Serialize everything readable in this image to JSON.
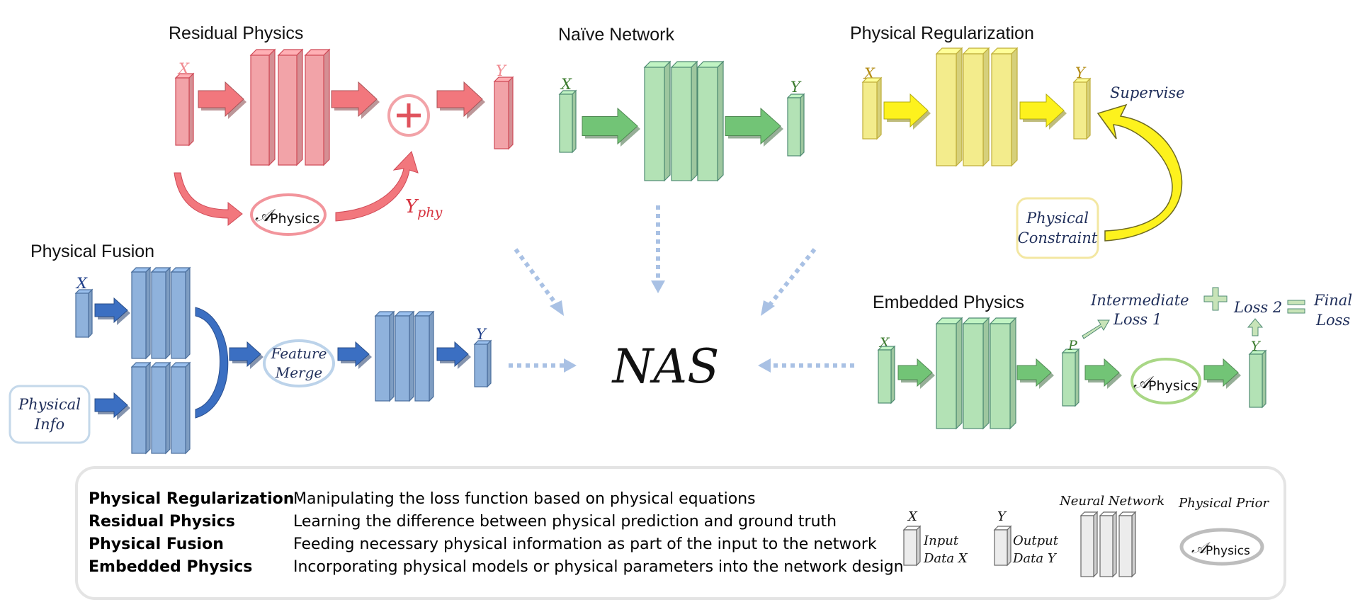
{
  "titles": {
    "residual": "Residual Physics",
    "naive": "Naïve Network",
    "regularization": "Physical Regularization",
    "fusion": "Physical Fusion",
    "embedded": "Embedded Physics"
  },
  "labels": {
    "x": "X",
    "y": "Y",
    "p": "P",
    "y_phy_base": "Y",
    "y_phy_sub": "phy",
    "physics_script": "𝒜",
    "physics_word": "Physics",
    "supervise": "Supervise",
    "physical_constraint_1": "Physical",
    "physical_constraint_2": "Constraint",
    "physical_info_1": "Physical",
    "physical_info_2": "Info",
    "feature_merge_1": "Feature",
    "feature_merge_2": "Merge",
    "intermediate_loss_1": "Intermediate",
    "intermediate_loss_2": "Loss 1",
    "loss2": "Loss 2",
    "final_loss_1": "Final",
    "final_loss_2": "Loss",
    "nas": "NAS"
  },
  "legend": {
    "rows": [
      {
        "term": "Physical Regularization",
        "desc": "Manipulating the loss function based on physical equations"
      },
      {
        "term": "Residual Physics",
        "desc": "Learning the difference between physical prediction and ground truth"
      },
      {
        "term": "Physical Fusion",
        "desc": "Feeding necessary physical information as part of the input to the network"
      },
      {
        "term": "Embedded Physics",
        "desc": "Incorporating physical models or physical parameters into the network design"
      }
    ],
    "input_1": "Input",
    "input_2": "Data X",
    "output_1": "Output",
    "output_2": "Data Y",
    "neural_network": "Neural Network",
    "physical_prior": "Physical Prior"
  },
  "colors": {
    "red_fill": "#f2a3a8",
    "red_stroke": "#cf4a57",
    "red_arrow": "#f2777d",
    "green_fill": "#b3e2b5",
    "green_stroke": "#4f8b73",
    "green_arrow": "#72c476",
    "yellow_fill": "#f3ec8c",
    "yellow_stroke": "#bfae3a",
    "yellow_arrow": "#fdf21d",
    "blue_fill": "#8fb2dc",
    "blue_stroke": "#4a6e9c",
    "blue_arrow": "#3b6fc2",
    "dotted": "#a9c1e4",
    "gray_fill": "#ececec",
    "gray_stroke": "#666666"
  }
}
